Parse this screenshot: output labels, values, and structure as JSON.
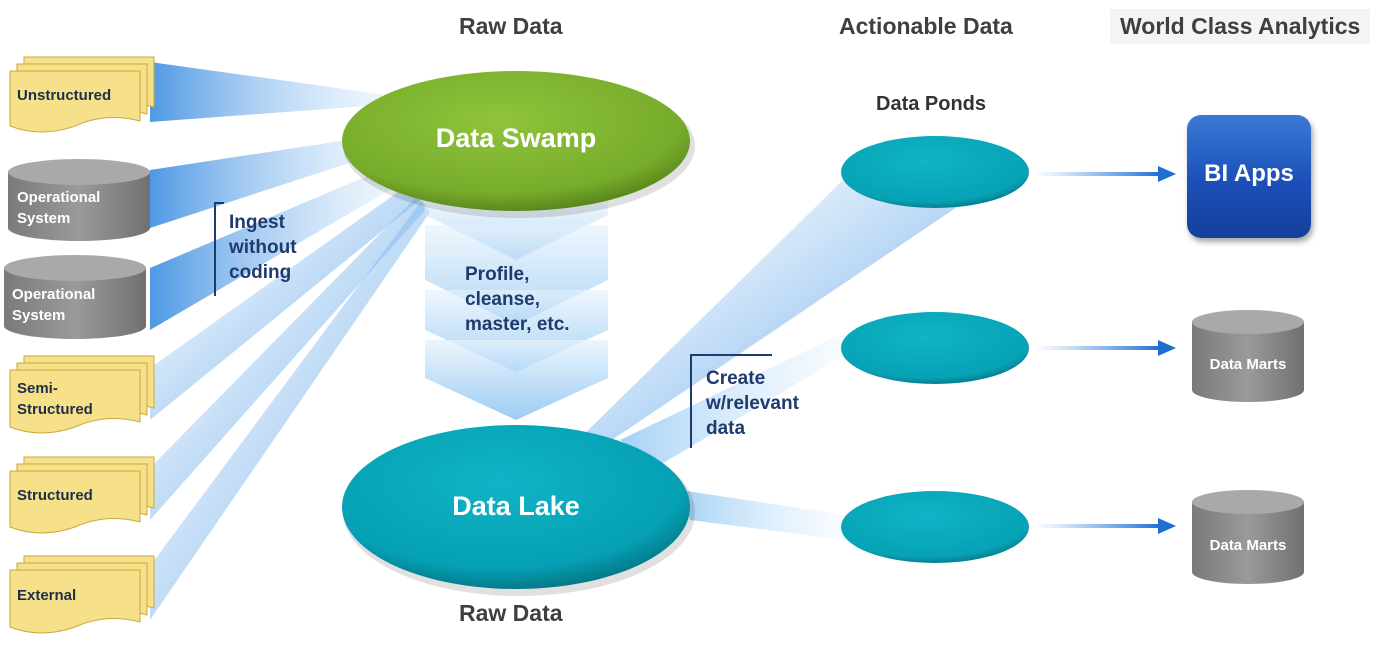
{
  "headers": {
    "raw_data_top": "Raw Data",
    "actionable_data": "Actionable Data",
    "world_class": "World Class Analytics",
    "raw_data_bottom": "Raw Data",
    "data_ponds": "Data Ponds"
  },
  "sources": [
    {
      "label": "Unstructured",
      "shape": "document-stack"
    },
    {
      "label": "Operational\nSystem",
      "shape": "cylinder"
    },
    {
      "label": "Operational\nSystem",
      "shape": "cylinder"
    },
    {
      "label": "Semi-\nStructured",
      "shape": "document-stack"
    },
    {
      "label": "Structured",
      "shape": "document-stack"
    },
    {
      "label": "External",
      "shape": "document-stack"
    }
  ],
  "annotations": {
    "ingest": "Ingest\nwithout\ncoding",
    "profile": "Profile,\ncleanse,\nmaster, etc.",
    "create": "Create\nw/relevant\ndata"
  },
  "center": {
    "swamp": "Data Swamp",
    "lake": "Data Lake"
  },
  "outputs": {
    "bi_apps": "BI Apps",
    "data_marts_1": "Data Marts",
    "data_marts_2": "Data Marts"
  },
  "colors": {
    "swamp_green": "#7db12f",
    "lake_teal": "#0aa5b8",
    "doc_yellow": "#f7e08a",
    "cylinder_gray": "#8c8c8c",
    "flow_blue": "#3d8fe0",
    "bi_blue": "#1c4fb8",
    "label_navy": "#1f3b6e"
  }
}
